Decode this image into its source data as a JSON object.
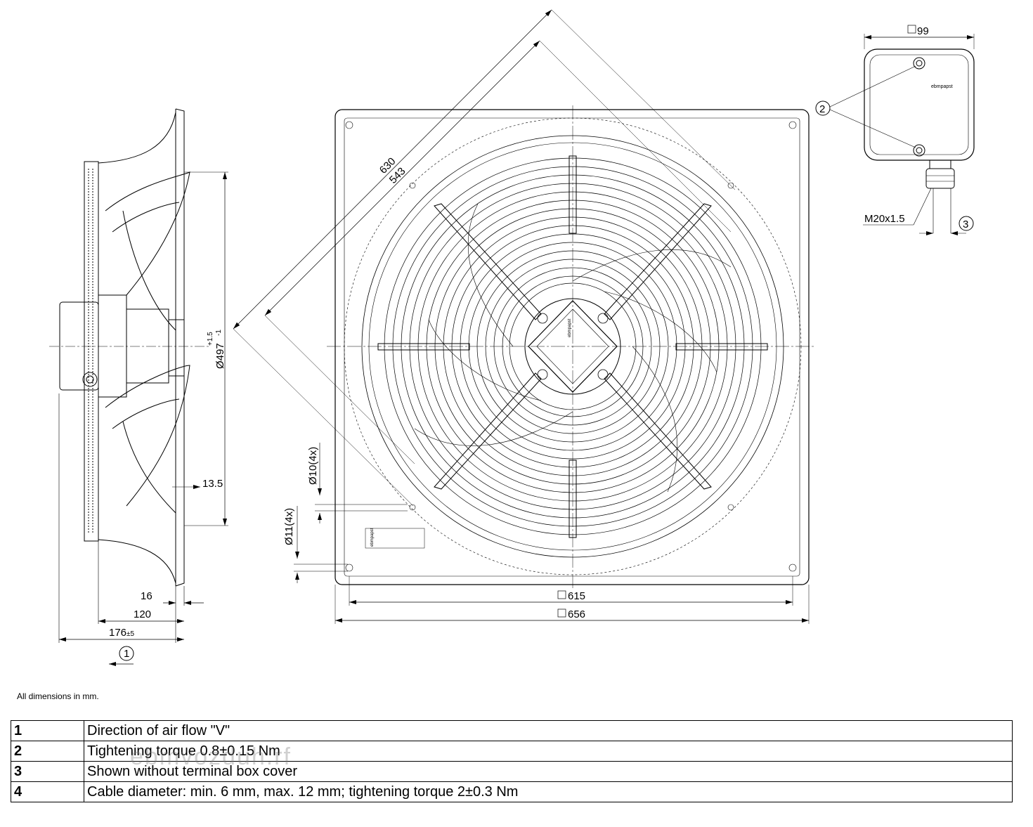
{
  "dimensions": {
    "d_630": "630",
    "d_543": "543",
    "d_99": "99",
    "d_497": "Ø497",
    "d_497_upper_tol": "+1.5",
    "d_497_lower_tol": "-1",
    "d_13_5": "13.5",
    "d_10": "Ø10(4x)",
    "d_11": "Ø11(4x)",
    "d_16": "16",
    "d_120": "120",
    "d_176": "176",
    "d_176_tol": "±5",
    "d_615": "615",
    "d_656": "656",
    "thread": "M20x1.5"
  },
  "callouts": {
    "c1": "1",
    "c2": "2",
    "c3": "3"
  },
  "note": "All dimensions in mm.",
  "legend": [
    {
      "num": "1",
      "text": "Direction of air flow \"V\""
    },
    {
      "num": "2",
      "text": "Tightening torque 0.8±0.15 Nm"
    },
    {
      "num": "3",
      "text": "Shown without terminal box cover"
    },
    {
      "num": "4",
      "text": "Cable diameter: min. 6 mm, max. 12 mm; tightening torque 2±0.3 Nm"
    }
  ],
  "brand_mark": "ebmpapst",
  "watermark": "ebmvozduh.rf"
}
